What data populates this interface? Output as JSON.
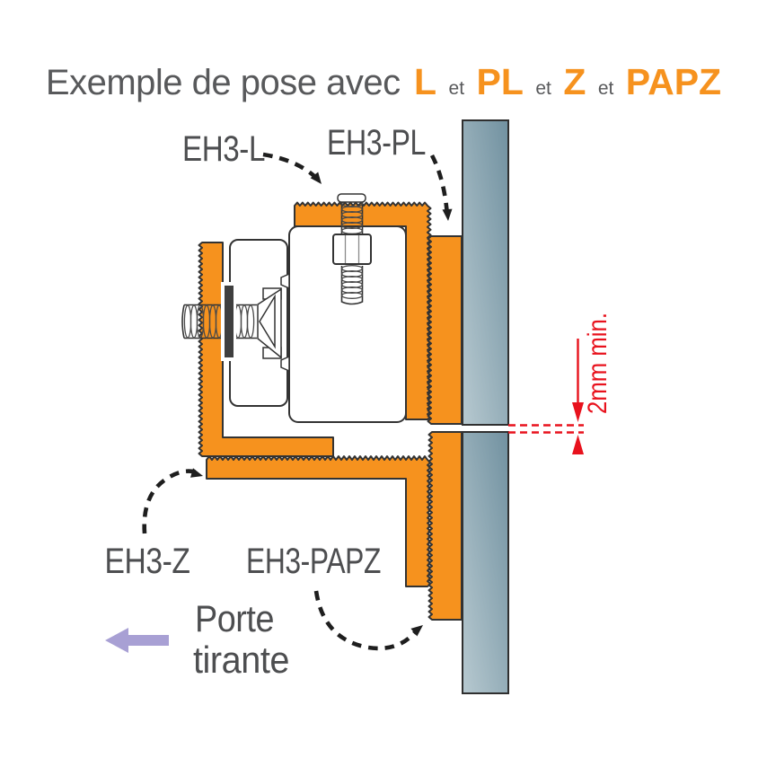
{
  "title": {
    "prefix": "Exemple de pose avec",
    "sep": "et",
    "p1": "L",
    "p2": "PL",
    "p3": "Z",
    "p4": "PAPZ"
  },
  "part_labels": {
    "l": "EH3-L",
    "pl": "EH3-PL",
    "z": "EH3-Z",
    "papz": "EH3-PAPZ"
  },
  "dimension_label": "2mm min.",
  "door_label": {
    "line1": "Porte",
    "line2": "tirante"
  },
  "colors": {
    "orange": "#F6921E",
    "title_gray": "#58595B",
    "label_gray": "#4D4E50",
    "red": "#E8121D",
    "purple": "#A8A0D4",
    "panel_light": "#B7C9D0",
    "panel_dark": "#7191A0",
    "outline": "#333333"
  }
}
